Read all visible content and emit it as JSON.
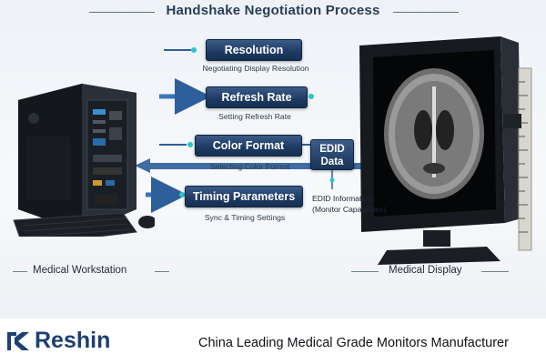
{
  "title": "Handshake Negotiation Process",
  "steps": [
    {
      "label": "Resolution",
      "caption": "Negotiating Display Resolution"
    },
    {
      "label": "Refresh Rate",
      "caption": "Setting Refresh Rate"
    },
    {
      "label": "Color Format",
      "caption": "Selecting Color Format"
    },
    {
      "label": "Timing Parameters",
      "caption": "Sync & Timing Settings"
    }
  ],
  "edid": {
    "line1": "EDID",
    "line2": "Data",
    "info_line1": "EDID Information",
    "info_line2": "(Monitor Capabilities)"
  },
  "labels": {
    "workstation": "Medical Workstation",
    "display": "Medical Display"
  },
  "footer": {
    "brand": "Reshin",
    "tagline": "China Leading Medical Grade Monitors Manufacturer"
  },
  "colors": {
    "button_dark": "#1e3a63",
    "arrow_blue": "#2f5f9a",
    "connector_cyan": "#2ec4c6",
    "brand_blue": "#1e3f73"
  }
}
